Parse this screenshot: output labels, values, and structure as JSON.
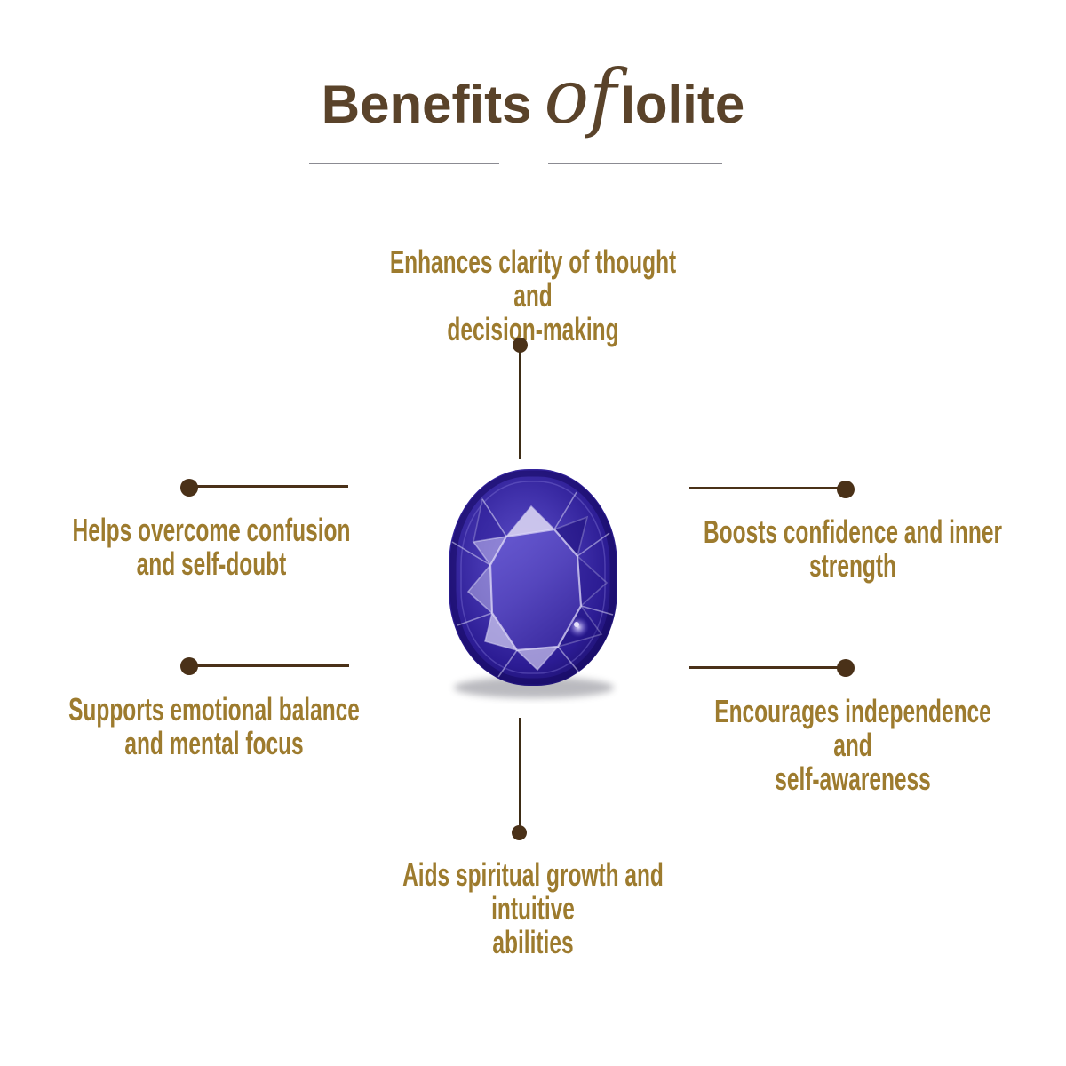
{
  "title": {
    "word1": "Benefits",
    "word2": "of",
    "word3": "Iolite"
  },
  "benefits": {
    "top": {
      "text": "Enhances clarity of thought and decision-making",
      "lines": [
        "Enhances clarity of thought and",
        "decision-making"
      ]
    },
    "left_upper": {
      "text": "Helps overcome confusion and self-doubt",
      "lines": [
        "Helps overcome confusion",
        "and self-doubt"
      ]
    },
    "left_lower": {
      "text": "Supports emotional balance and mental focus",
      "lines": [
        "Supports emotional balance",
        "and mental focus"
      ]
    },
    "right_upper": {
      "text": "Boosts confidence and inner strength",
      "lines": [
        "Boosts confidence and inner",
        "strength"
      ]
    },
    "right_lower": {
      "text": "Encourages independence and self-awareness",
      "lines": [
        "Encourages independence and",
        "self-awareness"
      ]
    },
    "bottom": {
      "text": "Aids spiritual growth and intuitive abilities",
      "lines": [
        "Aids spiritual growth and intuitive",
        "abilities"
      ]
    }
  },
  "gem": {
    "name": "iolite-gemstone",
    "cut": "oval-cushion"
  },
  "colors": {
    "background": "#ffffff",
    "title_brown": "#5a432a",
    "label_gold": "#9d7b2e",
    "connector_brown": "#4a3118",
    "underline_gray": "#8b8b92",
    "gem_edge_dark": "#180d66",
    "gem_mid_blue": "#3a2aa8",
    "gem_table_violet": "#5b4cc0",
    "gem_facet_light": "#d4cff2"
  }
}
